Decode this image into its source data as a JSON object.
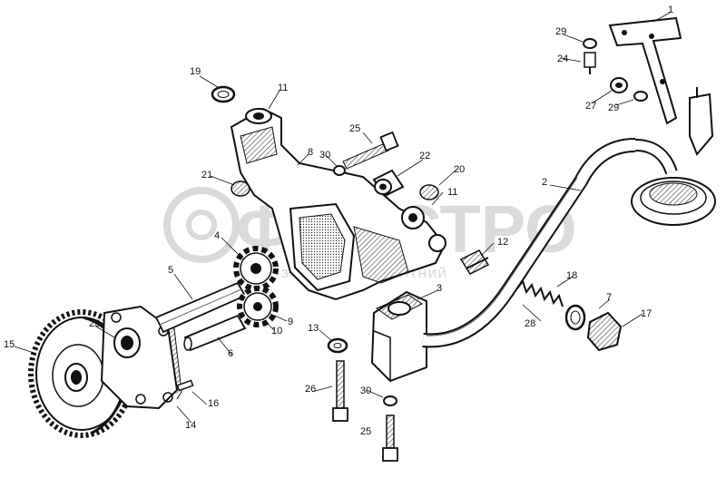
{
  "diagram": {
    "labels": {
      "l1": "1",
      "l2": "2",
      "l3": "3",
      "l4": "4",
      "l5": "5",
      "l6": "6",
      "l7": "7",
      "l8": "8",
      "l9": "9",
      "l10": "10",
      "l11a": "11",
      "l11b": "11",
      "l12": "12",
      "l13": "13",
      "l14": "14",
      "l15": "15",
      "l16": "16",
      "l17": "17",
      "l18": "18",
      "l19": "19",
      "l20": "20",
      "l21": "21",
      "l22": "22",
      "l23": "23",
      "l24": "24",
      "l25a": "25",
      "l25b": "25",
      "l26": "26",
      "l27": "27",
      "l28": "28",
      "l29a": "29",
      "l29b": "29",
      "l30a": "30",
      "l30b": "30"
    },
    "watermark": {
      "brand": "ФОБСТРО",
      "subtitle": "ЗАПЧАСТИ РЕМОНТНИЙ"
    },
    "colors": {
      "ink": "#111111",
      "paper": "#ffffff",
      "watermark": "#d4d4d4"
    }
  }
}
